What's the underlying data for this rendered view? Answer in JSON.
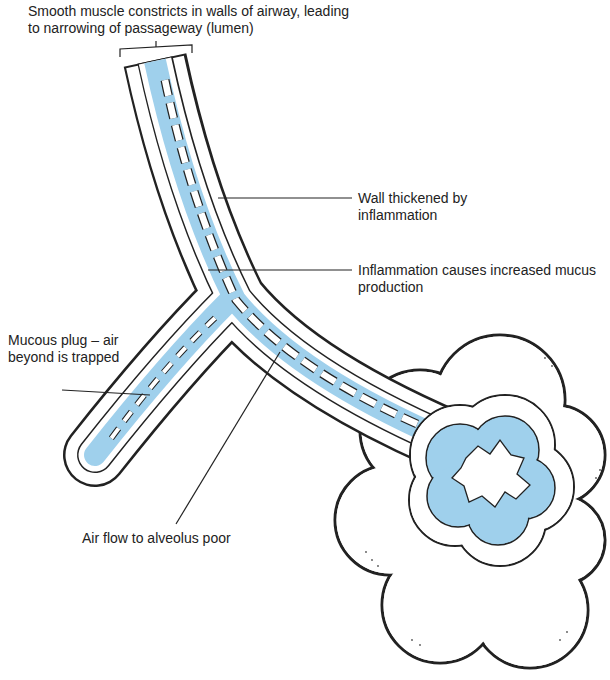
{
  "diagram": {
    "labels": [
      "Smooth muscle constricts in walls of airway, leading to narrowing of passageway (lumen)",
      "Wall thickened by inflammation",
      "Inflammation causes increased mucus production",
      "Mucous plug – air beyond is trapped",
      "Air flow to alveolus poor"
    ]
  }
}
